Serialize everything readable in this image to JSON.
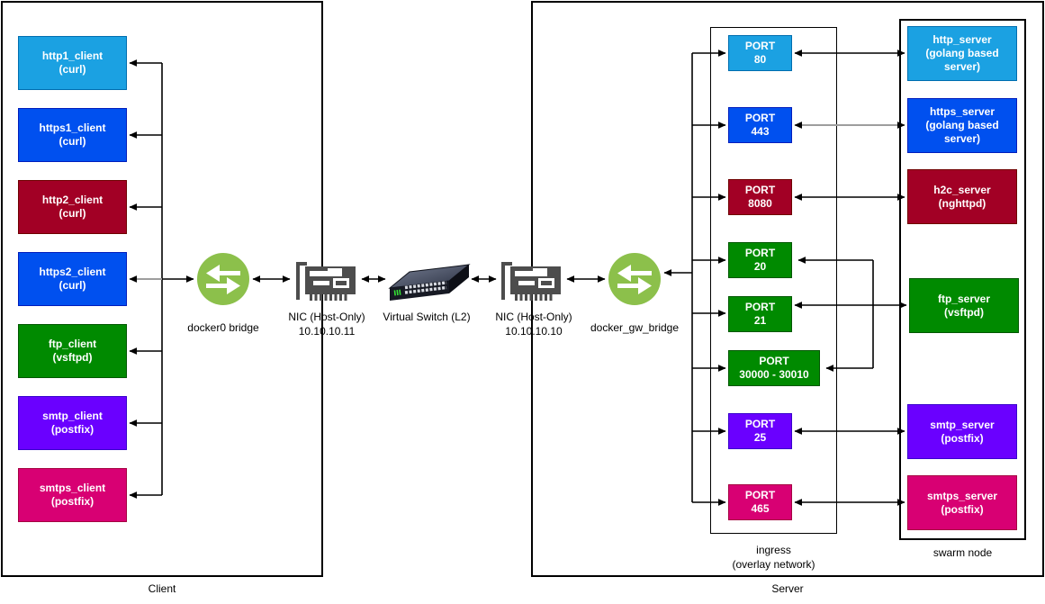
{
  "diagram": {
    "groups": {
      "client_label": "Client",
      "server_label": "Server",
      "ingress_label_line1": "ingress",
      "ingress_label_line2": "(overlay network)",
      "swarm_label": "swarm node"
    },
    "client_nodes": [
      {
        "name": "http1_client",
        "detail": "(curl)",
        "fill": "#1BA1E2",
        "stroke": "#006EAF"
      },
      {
        "name": "https1_client",
        "detail": "(curl)",
        "fill": "#0050EF",
        "stroke": "#001DBC"
      },
      {
        "name": "http2_client",
        "detail": "(curl)",
        "fill": "#A20025",
        "stroke": "#6F0000"
      },
      {
        "name": "https2_client",
        "detail": "(curl)",
        "fill": "#0050EF",
        "stroke": "#001DBC"
      },
      {
        "name": "ftp_client",
        "detail": "(vsftpd)",
        "fill": "#008A00",
        "stroke": "#005700"
      },
      {
        "name": "smtp_client",
        "detail": "(postfix)",
        "fill": "#6A00FF",
        "stroke": "#3700CC"
      },
      {
        "name": "smtps_client",
        "detail": "(postfix)",
        "fill": "#D80073",
        "stroke": "#A50040"
      }
    ],
    "middle": {
      "docker0_bridge_label": "docker0 bridge",
      "nic1_label_line1": "NIC (Host-Only)",
      "nic1_label_line2": "10.10.10.11",
      "switch_label": "Virtual Switch (L2)",
      "nic2_label_line1": "NIC (Host-Only)",
      "nic2_label_line2": "10.10.10.10",
      "docker_gw_bridge_label": "docker_gw_bridge"
    },
    "ports": [
      {
        "label": "PORT",
        "value": "80",
        "fill": "#1BA1E2",
        "stroke": "#006EAF"
      },
      {
        "label": "PORT",
        "value": "443",
        "fill": "#0050EF",
        "stroke": "#001DBC"
      },
      {
        "label": "PORT",
        "value": "8080",
        "fill": "#A20025",
        "stroke": "#6F0000"
      },
      {
        "label": "PORT",
        "value": "20",
        "fill": "#008A00",
        "stroke": "#005700"
      },
      {
        "label": "PORT",
        "value": "21",
        "fill": "#008A00",
        "stroke": "#005700"
      },
      {
        "label": "PORT",
        "value": "30000 - 30010",
        "fill": "#008A00",
        "stroke": "#005700"
      },
      {
        "label": "PORT",
        "value": "25",
        "fill": "#6A00FF",
        "stroke": "#3700CC"
      },
      {
        "label": "PORT",
        "value": "465",
        "fill": "#D80073",
        "stroke": "#A50040"
      }
    ],
    "server_nodes": [
      {
        "name": "http_server",
        "detail": "(golang based server)",
        "fill": "#1BA1E2",
        "stroke": "#006EAF"
      },
      {
        "name": "https_server",
        "detail": "(golang based server)",
        "fill": "#0050EF",
        "stroke": "#001DBC"
      },
      {
        "name": "h2c_server",
        "detail": "(nghttpd)",
        "fill": "#A20025",
        "stroke": "#6F0000"
      },
      {
        "name": "ftp_server",
        "detail": "(vsftpd)",
        "fill": "#008A00",
        "stroke": "#005700"
      },
      {
        "name": "smtp_server",
        "detail": "(postfix)",
        "fill": "#6A00FF",
        "stroke": "#3700CC"
      },
      {
        "name": "smtps_server",
        "detail": "(postfix)",
        "fill": "#D80073",
        "stroke": "#A50040"
      }
    ],
    "icons": {
      "bridge": "bidirectional-arrows-circle-icon",
      "nic": "network-interface-card-icon",
      "switch": "ethernet-switch-icon"
    },
    "colors": {
      "edge": "#000000",
      "edge_highlight": "#9e9e9e",
      "bridge_icon": "#8CC04B",
      "nic_icon": "#4D4D4D",
      "background": "#ffffff"
    }
  }
}
